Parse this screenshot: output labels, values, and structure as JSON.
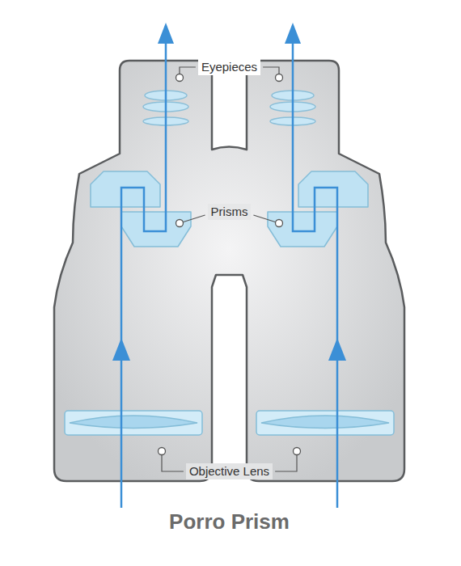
{
  "diagram": {
    "caption": "Porro Prism",
    "labels": [
      "Eyepieces",
      "Prisms",
      "Objective Lens"
    ]
  }
}
